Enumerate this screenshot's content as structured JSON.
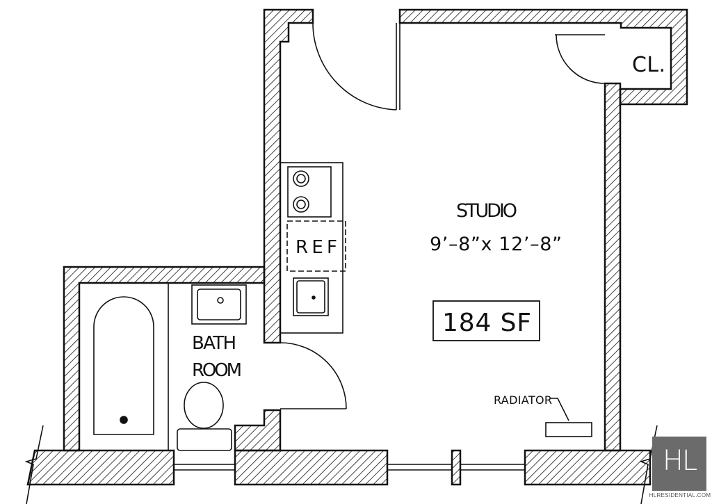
{
  "plan": {
    "room_name": "STUDIO",
    "room_dimensions": "9’–8”x  12’–8”",
    "area": "184  SF",
    "closet": "CL.",
    "bath_line1": "BATH",
    "bath_line2": "ROOM",
    "fridge": "REF",
    "radiator": "RADIATOR"
  },
  "brand": {
    "logo": "HL",
    "website": "HLRESIDENTIAL.COM"
  },
  "colors": {
    "line": "#111111",
    "logo_bg": "#6b6b6b"
  }
}
